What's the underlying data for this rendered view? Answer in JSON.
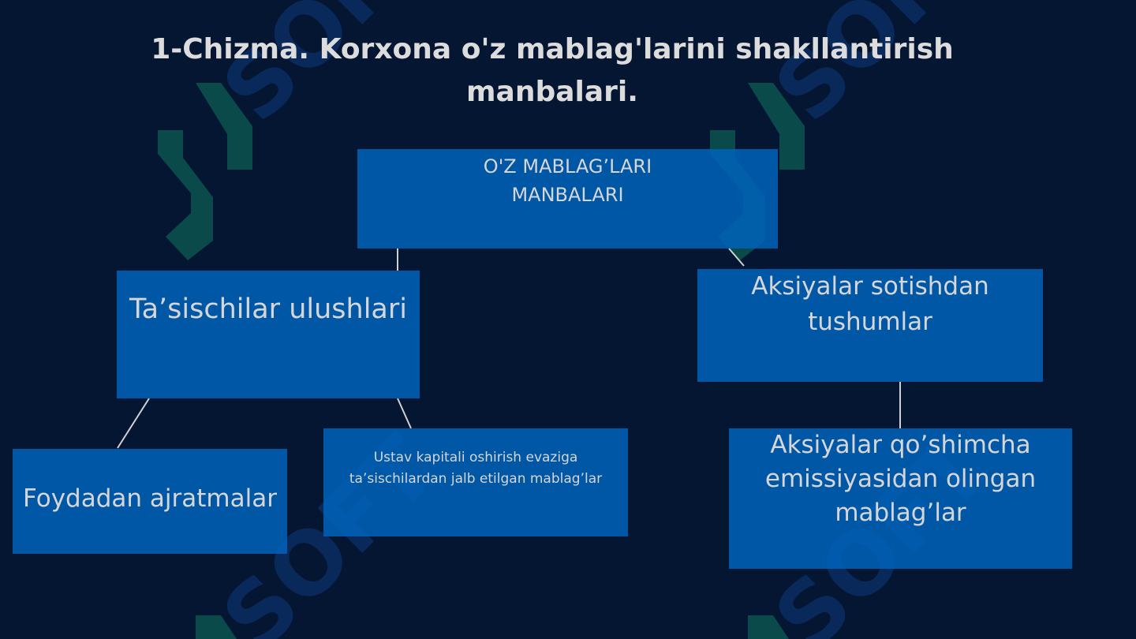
{
  "title": {
    "line1": "1-Chizma. Korxona o'z mablag'larini shakllantirish",
    "line2": "manbalari."
  },
  "nodes": {
    "root": {
      "line1": "O'Z MABLAG’LARI",
      "line2": "MANBALARI"
    },
    "founders": {
      "label": "Ta’sischilar ulushlari"
    },
    "shares": {
      "line1": "Aksiyalar sotishdan",
      "line2": "tushumlar"
    },
    "profit": {
      "label": "Foydadan ajratmalar"
    },
    "capital": {
      "line1": "Ustav kapitali oshirish evaziga",
      "line2": "ta’sischilardan jalb etilgan mablag’lar"
    },
    "emission": {
      "line1": "Aksiyalar qo’shimcha",
      "line2": "emissiyasidan olingan",
      "line3": "mablag’lar"
    }
  },
  "watermark": {
    "text": "SOFT"
  },
  "colors": {
    "background": "#051633",
    "box_fill": "#0063bb",
    "text": "#dcdcdc",
    "connector": "#d0d0d0",
    "watermark_green": "#0b4a4a",
    "watermark_blue": "#0b3a7a"
  }
}
